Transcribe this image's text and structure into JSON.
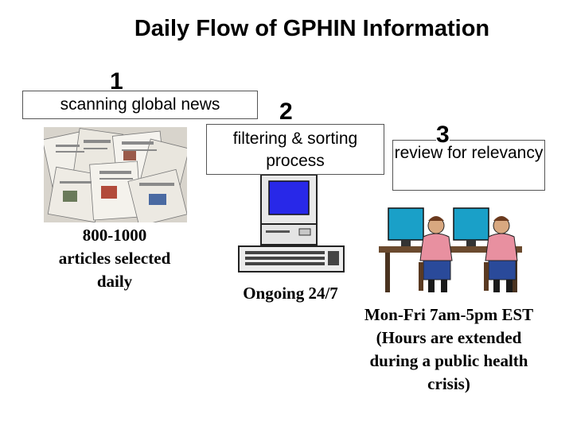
{
  "title": "Daily Flow of GPHIN Information",
  "steps": [
    {
      "number": "1",
      "label": "scanning global news",
      "note": "800-1000 articles selected daily"
    },
    {
      "number": "2",
      "label": "filtering & sorting process",
      "note": "Ongoing 24/7"
    },
    {
      "number": "3",
      "label": "review for relevancy",
      "note": "Mon-Fri 7am-5pm EST (Hours are extended during a public health crisis)"
    }
  ],
  "icons": [
    "newspapers-image",
    "computer-icon",
    "analysts-at-computers-image"
  ]
}
